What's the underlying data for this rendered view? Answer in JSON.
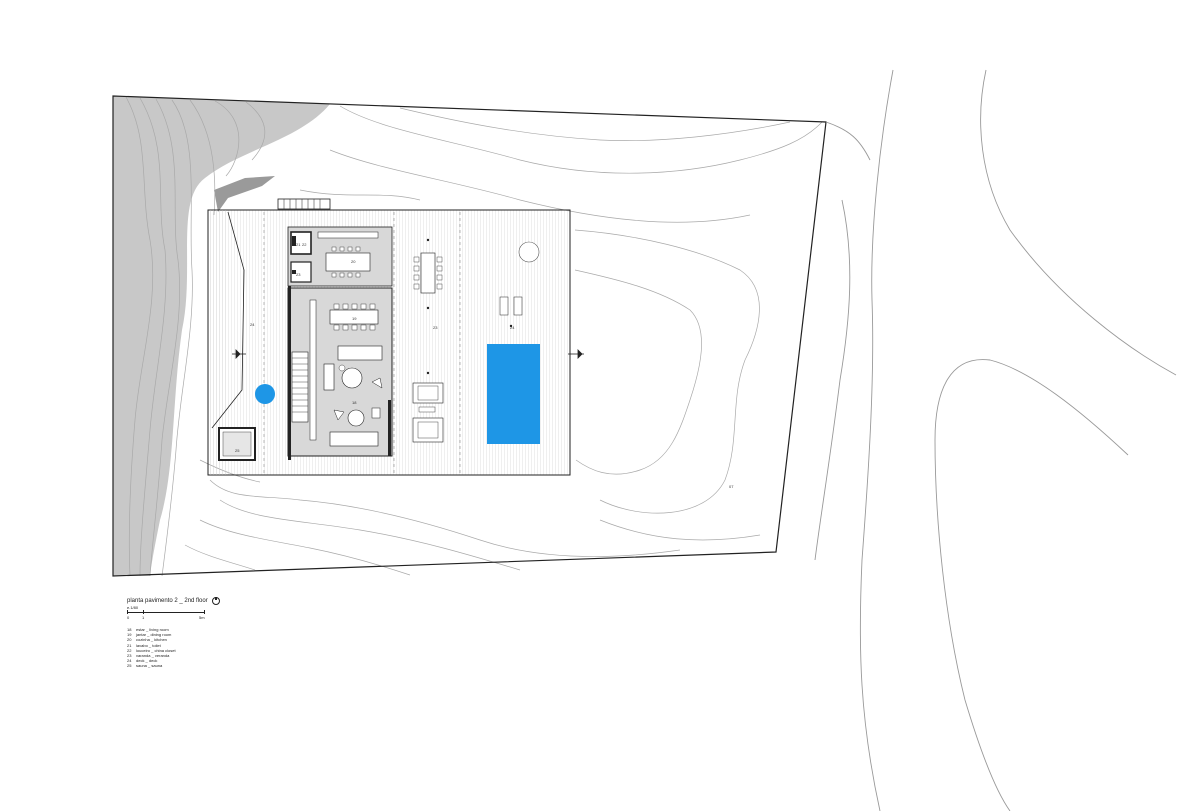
{
  "drawing": {
    "title": "planta pavimento 2 _ 2nd floor",
    "scale_note": "e.1/80",
    "scale_ticks": [
      "0",
      "1",
      "5m"
    ]
  },
  "rooms": {
    "r18": "18",
    "r19": "19",
    "r20": "20",
    "r21": "21",
    "r22": "22",
    "r23a": "23",
    "r23b": "23",
    "r24a": "24",
    "r24b": "24",
    "r25": "25",
    "r07": "07"
  },
  "legend": [
    {
      "num": "18",
      "label": "estar _ living room"
    },
    {
      "num": "19",
      "label": "jantar _ dining room"
    },
    {
      "num": "20",
      "label": "cozinha _ kitchen"
    },
    {
      "num": "21",
      "label": "lavabo _ toilet"
    },
    {
      "num": "22",
      "label": "louceiro _ china closet"
    },
    {
      "num": "23",
      "label": "varanda _ veranda"
    },
    {
      "num": "24",
      "label": "deck _ deck"
    },
    {
      "num": "25",
      "label": "sauna _ sauna"
    }
  ],
  "colors": {
    "pool": "#1e96e6",
    "hill": "#c8c8c8",
    "line": "#222222",
    "contour": "#aaaaaa"
  },
  "icons": {
    "north": "north-arrow-icon"
  }
}
